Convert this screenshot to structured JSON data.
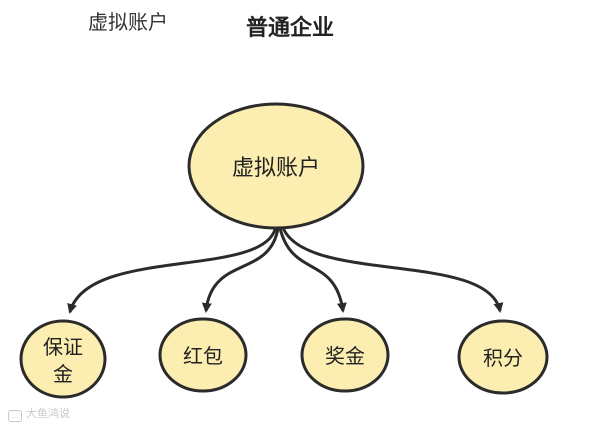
{
  "header": {
    "top_left_label": "虚拟账户",
    "title": "普通企业"
  },
  "diagram": {
    "root": {
      "label": "虚拟账户"
    },
    "children": [
      {
        "label_lines": [
          "保证",
          "金"
        ]
      },
      {
        "label_lines": [
          "红包"
        ]
      },
      {
        "label_lines": [
          "奖金"
        ]
      },
      {
        "label_lines": [
          "积分"
        ]
      }
    ],
    "colors": {
      "node_fill": "#fbeeb0",
      "node_stroke": "#2b2b2b",
      "edge": "#2b2b2b"
    }
  },
  "watermark": {
    "icon": "chat-bubble-icon",
    "text": "大鱼鸿说"
  }
}
